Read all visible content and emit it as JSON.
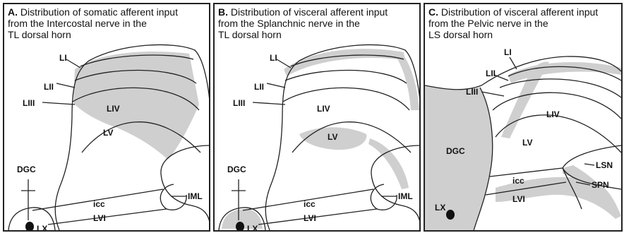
{
  "panels": [
    {
      "letter": "A.",
      "caption": [
        "Distribution of somatic afferent input",
        "from the Intercostal nerve in the",
        "TL dorsal horn"
      ],
      "labels": {
        "li": "LI",
        "lii": "LII",
        "liii": "LIII",
        "liv": "LIV",
        "lv": "LV",
        "dgc": "DGC",
        "icc": "icc",
        "lvi": "LVI",
        "iml": "IML",
        "lx": "LX"
      }
    },
    {
      "letter": "B.",
      "caption": [
        "Distribution of visceral afferent input",
        "from the Splanchnic nerve in the",
        "TL dorsal horn"
      ],
      "labels": {
        "li": "LI",
        "lii": "LII",
        "liii": "LIII",
        "liv": "LIV",
        "lv": "LV",
        "dgc": "DGC",
        "icc": "icc",
        "lvi": "LVI",
        "iml": "IML",
        "lx": "LX"
      }
    },
    {
      "letter": "C.",
      "caption": [
        "Distribution of visceral afferent input",
        "from the Pelvic nerve in the",
        "LS dorsal horn"
      ],
      "labels": {
        "li": "LI",
        "lii": "LII",
        "liii": "LIII",
        "liv": "LIV",
        "lv": "LV",
        "dgc": "DGC",
        "icc": "icc",
        "lvi": "LVI",
        "lsn": "LSN",
        "spn": "SPN",
        "lx": "LX"
      }
    }
  ]
}
